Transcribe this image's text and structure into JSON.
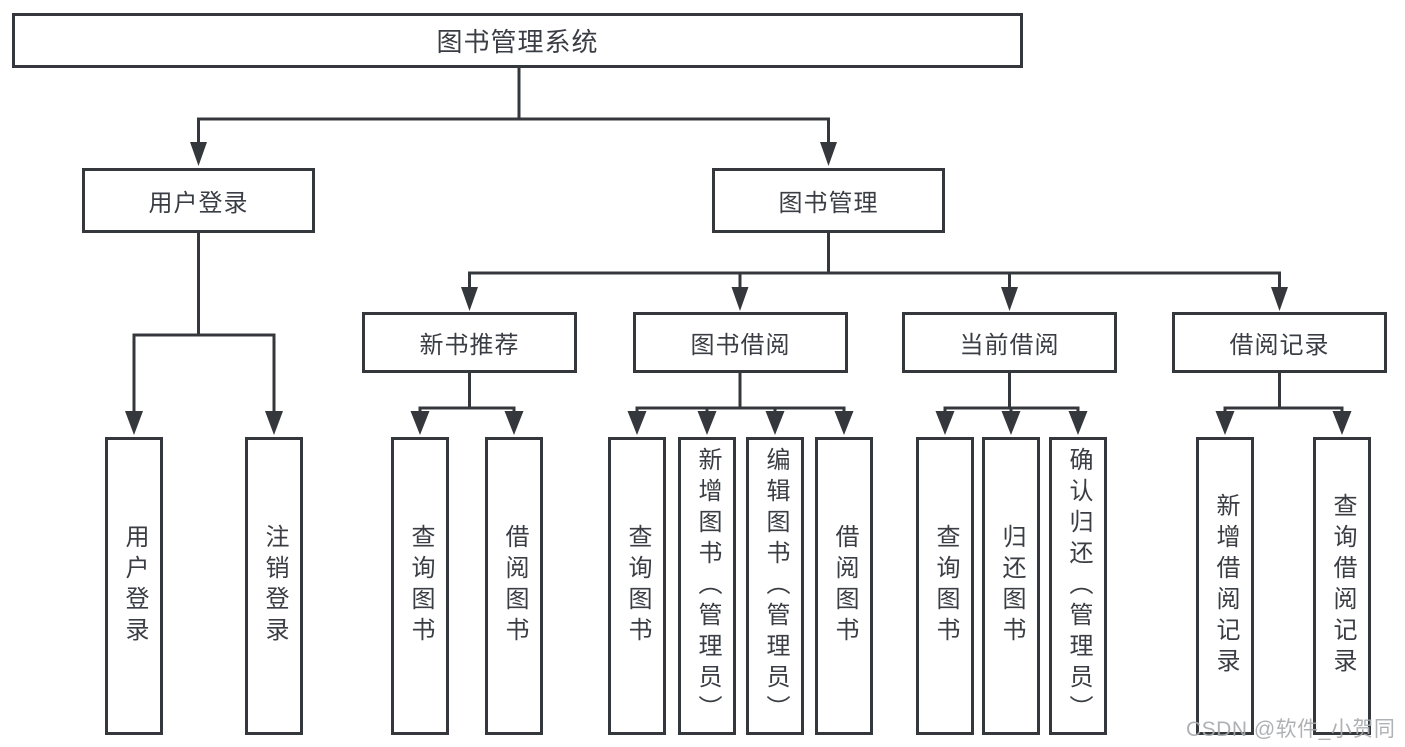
{
  "tree": {
    "root": {
      "label": "图书管理系统"
    },
    "level2": [
      {
        "label": "用户登录"
      },
      {
        "label": "图书管理"
      }
    ],
    "level3": [
      {
        "label": "新书推荐"
      },
      {
        "label": "图书借阅"
      },
      {
        "label": "当前借阅"
      },
      {
        "label": "借阅记录"
      }
    ],
    "leaves": {
      "login": [
        "用户登录",
        "注销登录"
      ],
      "recommend": [
        "查询图书",
        "借阅图书"
      ],
      "borrow": [
        "查询图书",
        "新增图书（管理员）",
        "编辑图书（管理员）",
        "借阅图书"
      ],
      "current": [
        "查询图书",
        "归还图书",
        "确认归还（管理员）"
      ],
      "records": [
        "新增借阅记录",
        "查询借阅记录"
      ]
    }
  },
  "watermark": "CSDN @软件_小贺同学",
  "colors": {
    "line": "#34383c",
    "text": "#3a3e44",
    "background": "#ffffff",
    "watermark": "#a8abaf"
  }
}
